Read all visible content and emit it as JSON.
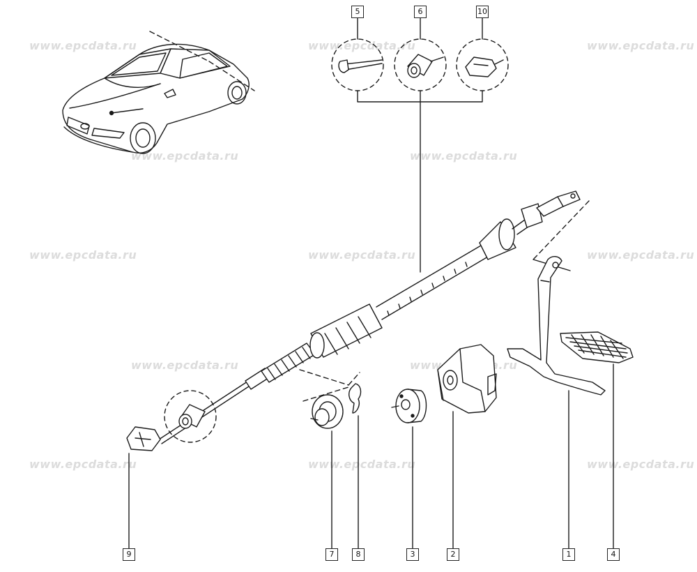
{
  "watermark": "www.epcdata.ru",
  "callouts": {
    "c5": "5",
    "c6": "6",
    "c10": "10",
    "c9": "9",
    "c7": "7",
    "c8": "8",
    "c3": "3",
    "c2": "2",
    "c1": "1",
    "c4": "4"
  },
  "colors": {
    "ink": "#1a1a1a",
    "watermark": "#dcdcdc"
  }
}
